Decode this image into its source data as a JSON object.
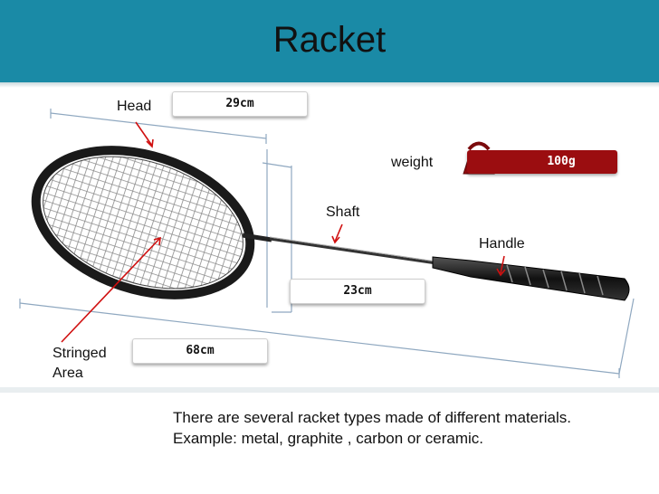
{
  "title": "Racket",
  "labels": {
    "head": "Head",
    "weight": "weight",
    "shaft": "Shaft",
    "handle": "Handle",
    "stringed_line1": "Stringed",
    "stringed_line2": "Area"
  },
  "measurements": {
    "head_width": "29cm",
    "weight": "100g",
    "shaft": "23cm",
    "length": "68cm"
  },
  "description": {
    "line1": "There are several racket types made of different materials.",
    "line2": "Example:  metal, graphite , carbon or ceramic."
  },
  "colors": {
    "header": "#1a8aa6",
    "weight_badge": "#9b0d10",
    "arrow": "#d01010",
    "dimension_line": "#8fa8c0"
  },
  "icons": [
    "weight-icon"
  ]
}
